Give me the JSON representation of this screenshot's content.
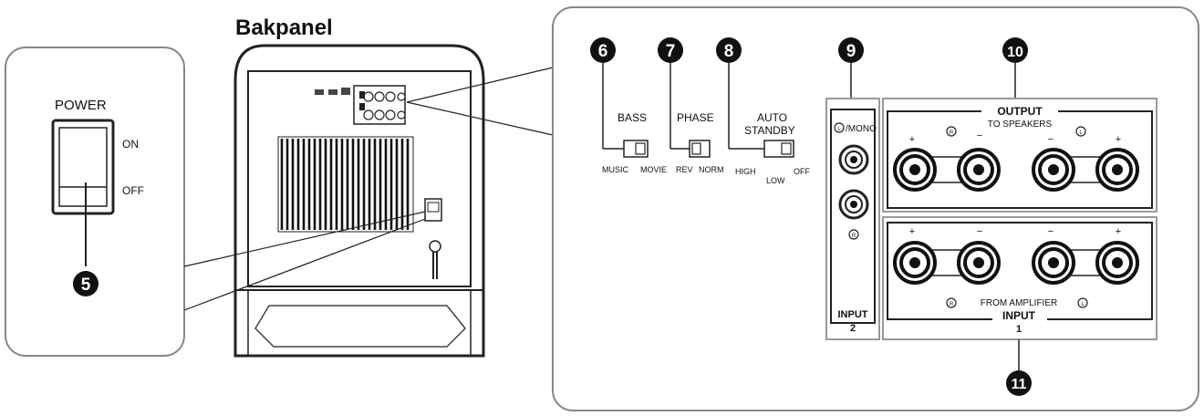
{
  "title": "Bakpanel",
  "power_panel": {
    "label": "POWER",
    "on_label": "ON",
    "off_label": "OFF",
    "callout": "5"
  },
  "controls": {
    "bass": {
      "callout": "6",
      "label": "BASS",
      "option_left": "MUSIC",
      "option_right": "MOVIE"
    },
    "phase": {
      "callout": "7",
      "label": "PHASE",
      "option_left": "REV",
      "option_right": "NORM"
    },
    "auto_standby": {
      "callout": "8",
      "label_line1": "AUTO",
      "label_line2": "STANDBY",
      "option_left": "HIGH",
      "option_mid": "LOW",
      "option_right": "OFF"
    }
  },
  "input2": {
    "callout": "9",
    "mono_label": "/MONO",
    "label": "INPUT",
    "number": "2"
  },
  "output": {
    "callout": "10",
    "label": "OUTPUT",
    "sublabel": "TO SPEAKERS",
    "polarity": [
      "+",
      "−",
      "−",
      "+"
    ]
  },
  "input1": {
    "callout": "11",
    "sublabel": "FROM AMPLIFIER",
    "label": "INPUT",
    "number": "1",
    "polarity": [
      "+",
      "−",
      "−",
      "+"
    ]
  },
  "icons": [
    "circled-r-icon",
    "circled-l-icon",
    "rca-jack-icon",
    "speaker-terminal-icon",
    "slide-switch-icon",
    "rocker-switch-icon"
  ]
}
